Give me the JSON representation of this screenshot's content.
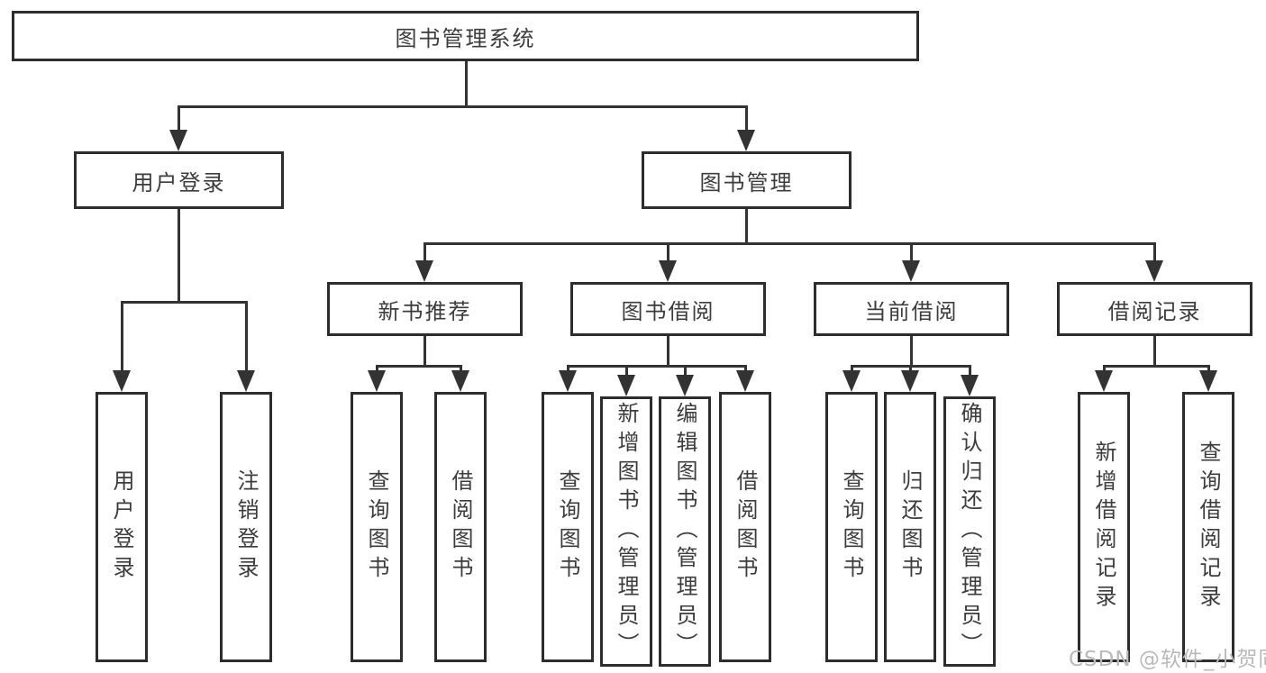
{
  "diagram": {
    "title": "图书管理系统",
    "watermark": "CSDN @软件_小贺同学",
    "colors": {
      "background": "#ffffff",
      "box_border": "#2d2d2d",
      "connector_line": "#333333",
      "text": "#3c3c3c",
      "watermark_text": "#b9b9b9"
    },
    "nodes": {
      "root": {
        "label": "图书管理系统"
      },
      "user_login": {
        "label": "用户登录"
      },
      "book_management": {
        "label": "图书管理"
      },
      "new_book_recommend": {
        "label": "新书推荐"
      },
      "book_borrow": {
        "label": "图书借阅"
      },
      "current_borrow": {
        "label": "当前借阅"
      },
      "borrow_records": {
        "label": "借阅记录"
      },
      "login": {
        "label": "用户登录"
      },
      "logout": {
        "label": "注销登录"
      },
      "rec_query_books": {
        "label": "查询图书"
      },
      "rec_borrow_books": {
        "label": "借阅图书"
      },
      "bb_query_books": {
        "label": "查询图书"
      },
      "bb_add_books": {
        "label": "新增图书（管理员）"
      },
      "bb_edit_books": {
        "label": "编辑图书（管理员）"
      },
      "bb_borrow_books": {
        "label": "借阅图书"
      },
      "cb_query_books": {
        "label": "查询图书"
      },
      "cb_return_books": {
        "label": "归还图书"
      },
      "cb_confirm_return": {
        "label": "确认归还（管理员）"
      },
      "br_add_record": {
        "label": "新增借阅记录"
      },
      "br_query_record": {
        "label": "查询借阅记录"
      }
    },
    "structure": [
      {
        "parent": "root",
        "children": [
          "user_login",
          "book_management"
        ]
      },
      {
        "parent": "user_login",
        "children": [
          "login",
          "logout"
        ]
      },
      {
        "parent": "book_management",
        "children": [
          "new_book_recommend",
          "book_borrow",
          "current_borrow",
          "borrow_records"
        ]
      },
      {
        "parent": "new_book_recommend",
        "children": [
          "rec_query_books",
          "rec_borrow_books"
        ]
      },
      {
        "parent": "book_borrow",
        "children": [
          "bb_query_books",
          "bb_add_books",
          "bb_edit_books",
          "bb_borrow_books"
        ]
      },
      {
        "parent": "current_borrow",
        "children": [
          "cb_query_books",
          "cb_return_books",
          "cb_confirm_return"
        ]
      },
      {
        "parent": "borrow_records",
        "children": [
          "br_add_record",
          "br_query_record"
        ]
      }
    ]
  }
}
